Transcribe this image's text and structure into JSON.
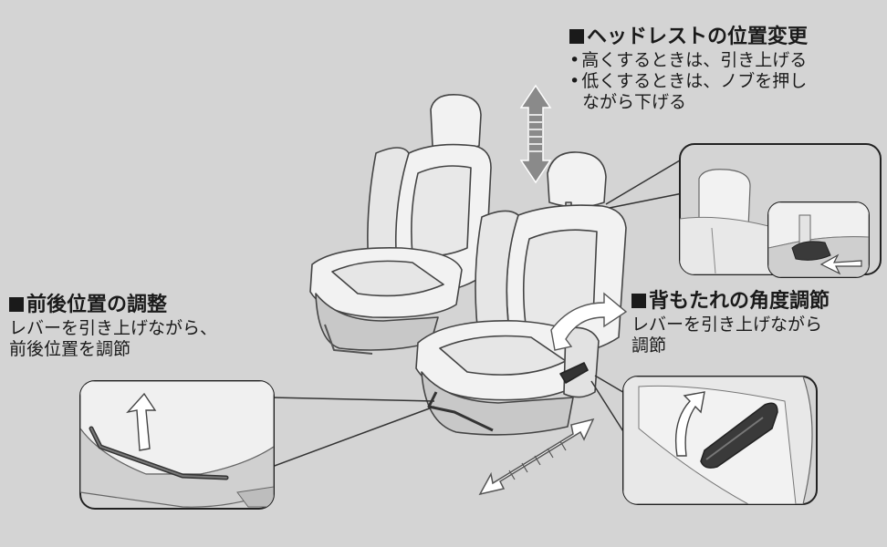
{
  "headrest": {
    "title": "ヘッドレストの位置変更",
    "bullet1": "高くするときは、引き上げる",
    "bullet2": "低くするときは、ノブを押し",
    "bullet2_cont": "ながら下げる"
  },
  "slide": {
    "title": "前後位置の調整",
    "line1": "レバーを引き上げながら、",
    "line2": "前後位置を調節"
  },
  "recline": {
    "title": "背もたれの角度調節",
    "line1": "レバーを引き上げながら",
    "line2": "調節"
  },
  "colors": {
    "background": "#d4d4d4",
    "seat": "#f2f2f2",
    "outline": "#444444",
    "arrow": "#8a8a8a",
    "lever": "#333333"
  }
}
